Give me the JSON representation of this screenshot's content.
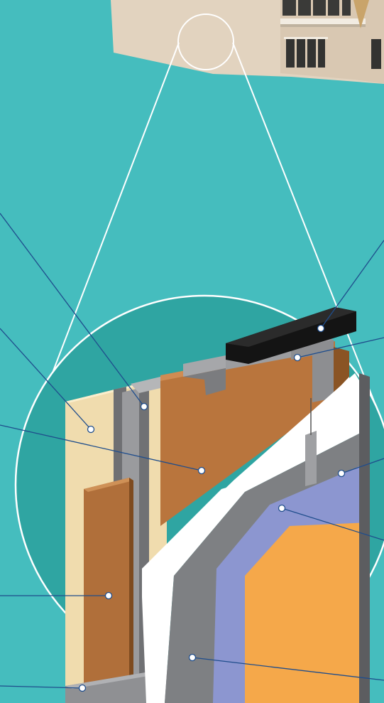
{
  "colors": {
    "background": "#45bdbe",
    "inner_circle": "#2fa5a2",
    "leader_line": "#1f4d8c",
    "guide_line": "#ffffff",
    "gypsum_board": "#f0dcae",
    "steel_stud": "#8f9093",
    "wood_framing": "#b06f3a",
    "insulation": "#b9753d",
    "sheathing": "#ffffff",
    "base_coat": "#7e8083",
    "mesh": "#8c96d0",
    "finish": "#f5a84a",
    "cap": "#151515",
    "building": "#e2d3bf"
  },
  "callouts": [
    {
      "id": "steel-stud"
    },
    {
      "id": "gypsum-board"
    },
    {
      "id": "sheathing"
    },
    {
      "id": "wood-framing"
    },
    {
      "id": "base-track"
    },
    {
      "id": "top-cap"
    },
    {
      "id": "top-track"
    },
    {
      "id": "base-coat"
    },
    {
      "id": "reinforcing-mesh"
    },
    {
      "id": "drainage-layer"
    }
  ]
}
